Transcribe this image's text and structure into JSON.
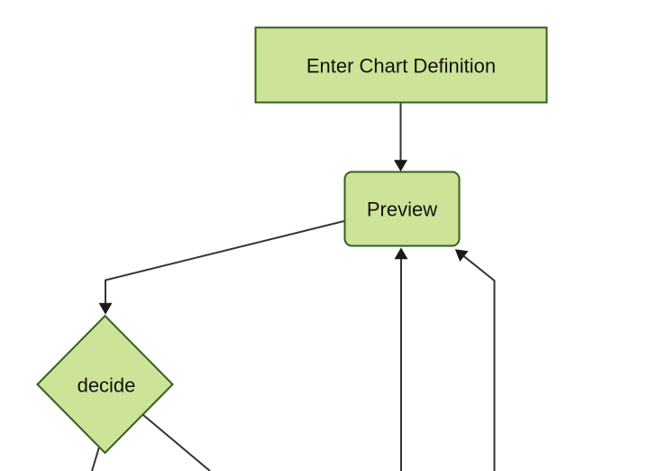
{
  "diagram": {
    "type": "flowchart",
    "direction": "top-down",
    "nodes": [
      {
        "id": "enter-chart-definition",
        "label": "Enter Chart Definition",
        "shape": "rectangle"
      },
      {
        "id": "preview",
        "label": "Preview",
        "shape": "rounded-rectangle"
      },
      {
        "id": "decide",
        "label": "decide",
        "shape": "diamond"
      }
    ],
    "edges": [
      {
        "name": "enter-chart-definition-to-preview",
        "from": "enter-chart-definition",
        "to": "preview",
        "arrowhead": true
      },
      {
        "name": "preview-to-decide",
        "from": "preview",
        "to": "decide",
        "arrowhead": true
      },
      {
        "name": "offscreen-bottom-center-to-preview",
        "from": "offscreen-bottom",
        "to": "preview",
        "arrowhead": true
      },
      {
        "name": "offscreen-bottom-right-to-preview",
        "from": "offscreen-bottom",
        "to": "preview",
        "arrowhead": true
      },
      {
        "name": "decide-to-offscreen-bottom-left",
        "from": "decide",
        "to": "offscreen-bottom",
        "arrowhead": false
      },
      {
        "name": "decide-to-offscreen-bottom-right",
        "from": "decide",
        "to": "offscreen-bottom",
        "arrowhead": false
      }
    ]
  },
  "colors": {
    "background": "#ffffff",
    "node_fill": "#cde498",
    "node_border": "#33611d",
    "edge_color": "#333333",
    "arrow_color": "#1a1a1a",
    "text_color": "#111111"
  }
}
